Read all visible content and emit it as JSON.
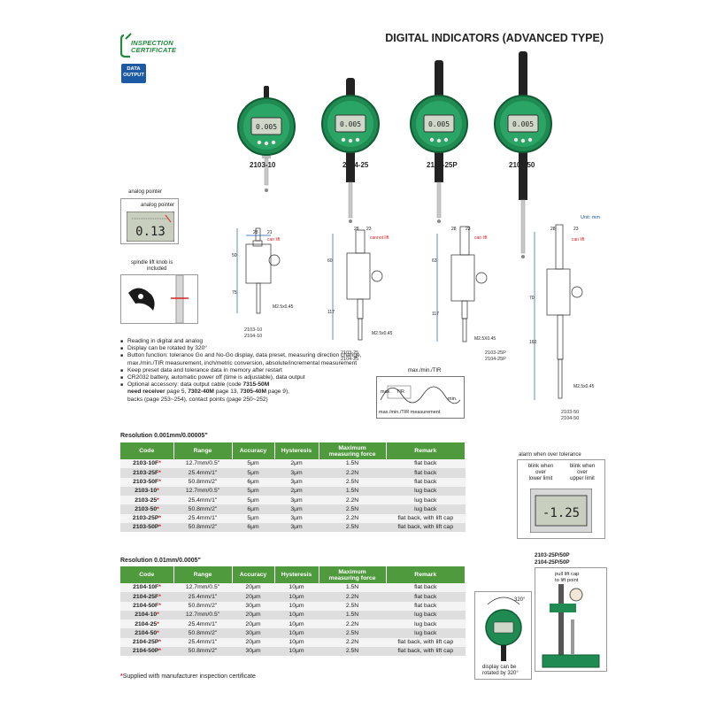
{
  "header": {
    "logo_line1": "INSPECTION",
    "logo_line2": "CERTIFICATE",
    "title": "DIGITAL INDICATORS (ADVANCED TYPE)",
    "badge_line1": "DATA",
    "badge_line2": "OUTPUT"
  },
  "indicators": [
    {
      "label": "2103-10",
      "reading": "0.005"
    },
    {
      "label": "2104-25",
      "reading": "0.005"
    },
    {
      "label": "2104-25P",
      "reading": "0.005"
    },
    {
      "label": "2103-50",
      "reading": "0.005"
    }
  ],
  "analog_panel": {
    "caption": "analog pointer",
    "inner_caption": "analog pointer",
    "reading": "0.13"
  },
  "spindle_panel": {
    "caption_line1": "spindle lift knob is",
    "caption_line2": "included"
  },
  "drawings": {
    "unit": "Unit: mm",
    "captions": [
      [
        "2103-10",
        "2104-10"
      ],
      [
        "2103-25",
        "2104-25"
      ],
      [
        "2103-25P",
        "2104-25P"
      ],
      [
        "2103-50",
        "2104-50"
      ]
    ],
    "labels": {
      "can_lift": "can lift",
      "cannot_lift": "cannot lift",
      "m25": "M2.5x0.45",
      "m25_upper": "M2.5X0.45"
    }
  },
  "features": [
    {
      "text": "Reading in digital and analog"
    },
    {
      "text": "Display can be rotated by 320°"
    },
    {
      "text": "Button function: tolerance Go and No-Go display, data preset, measuring direction change, max./min./TIR measurement, inch/metric conversion, absolute/incremental measurement"
    },
    {
      "text": "Keep preset data and tolerance data in memory after restart"
    },
    {
      "text": "CR2032 battery, automatic power off (time is adjustable), data output"
    }
  ],
  "accessory": {
    "prefix": "Optional accessory: data output cable (code ",
    "code1": "7315-50M",
    "mid1": "need receiver",
    "page1": " page 5, ",
    "code2": "7302-40M",
    "page2": " page 13, ",
    "code3": "7305-40M",
    "page3": " page 9),",
    "tail": "backs (page 253~254), contact points (page 250~252)"
  },
  "tir": {
    "title": "max./min./TIR",
    "max": "max.",
    "tir": "TIR",
    "min": "min.",
    "caption": "max./min./TIR measurement"
  },
  "table_headers": {
    "code": "Code",
    "range": "Range",
    "accuracy": "Accuracy",
    "hysteresis": "Hysteresis",
    "force_line1": "Maximum",
    "force_line2": "measuring force",
    "remark": "Remark"
  },
  "table1": {
    "title": "Resolution 0.001mm/0.00005\"",
    "rows": [
      {
        "code": "2103-10F",
        "range": "12.7mm/0.5\"",
        "accuracy": "5μm",
        "hysteresis": "2μm",
        "force": "1.5N",
        "remark": "flat back"
      },
      {
        "code": "2103-25F",
        "range": "25.4mm/1\"",
        "accuracy": "5μm",
        "hysteresis": "3μm",
        "force": "2.2N",
        "remark": "flat back"
      },
      {
        "code": "2103-50F",
        "range": "50.8mm/2\"",
        "accuracy": "6μm",
        "hysteresis": "3μm",
        "force": "2.5N",
        "remark": "flat back"
      },
      {
        "code": "2103-10",
        "range": "12.7mm/0.5\"",
        "accuracy": "5μm",
        "hysteresis": "2μm",
        "force": "1.5N",
        "remark": "lug back"
      },
      {
        "code": "2103-25",
        "range": "25.4mm/1\"",
        "accuracy": "5μm",
        "hysteresis": "3μm",
        "force": "2.2N",
        "remark": "lug back"
      },
      {
        "code": "2103-50",
        "range": "50.8mm/2\"",
        "accuracy": "6μm",
        "hysteresis": "3μm",
        "force": "2.5N",
        "remark": "lug back"
      },
      {
        "code": "2103-25P",
        "range": "25.4mm/1\"",
        "accuracy": "5μm",
        "hysteresis": "3μm",
        "force": "2.2N",
        "remark": "flat back, with lift cap"
      },
      {
        "code": "2103-50P",
        "range": "50.8mm/2\"",
        "accuracy": "6μm",
        "hysteresis": "3μm",
        "force": "2.5N",
        "remark": "flat back, with lift cap"
      }
    ]
  },
  "table2": {
    "title": "Resolution 0.01mm/0.0005\"",
    "rows": [
      {
        "code": "2104-10F",
        "range": "12.7mm/0.5\"",
        "accuracy": "20μm",
        "hysteresis": "10μm",
        "force": "1.5N",
        "remark": "flat back"
      },
      {
        "code": "2104-25F",
        "range": "25.4mm/1\"",
        "accuracy": "20μm",
        "hysteresis": "10μm",
        "force": "2.2N",
        "remark": "flat back"
      },
      {
        "code": "2104-50F",
        "range": "50.8mm/2\"",
        "accuracy": "30μm",
        "hysteresis": "10μm",
        "force": "2.5N",
        "remark": "flat back"
      },
      {
        "code": "2104-10",
        "range": "12.7mm/0.5\"",
        "accuracy": "20μm",
        "hysteresis": "10μm",
        "force": "1.5N",
        "remark": "lug back"
      },
      {
        "code": "2104-25",
        "range": "25.4mm/1\"",
        "accuracy": "20μm",
        "hysteresis": "10μm",
        "force": "2.2N",
        "remark": "lug back"
      },
      {
        "code": "2104-50",
        "range": "50.8mm/2\"",
        "accuracy": "30μm",
        "hysteresis": "10μm",
        "force": "2.5N",
        "remark": "lug back"
      },
      {
        "code": "2104-25P",
        "range": "25.4mm/1\"",
        "accuracy": "20μm",
        "hysteresis": "10μm",
        "force": "2.2N",
        "remark": "flat back, with lift cap"
      },
      {
        "code": "2104-50P",
        "range": "50.8mm/2\"",
        "accuracy": "30μm",
        "hysteresis": "10μm",
        "force": "2.5N",
        "remark": "flat back, with lift cap"
      }
    ]
  },
  "star_symbol": "*",
  "footnote": "Supplied with manufacturer inspection certificate",
  "alarm": {
    "title": "alarm when over tolerance",
    "lower_line1": "blink when",
    "lower_line2": "over",
    "lower_line3": "lower limit",
    "upper_line1": "blink when",
    "upper_line2": "over",
    "upper_line3": "upper limit",
    "reading": "-1.25"
  },
  "stand": {
    "title_line1": "2103-25P/50P",
    "title_line2": "2104-25P/50P",
    "note_line1": "pull lift cap",
    "note_line2": "to lift point"
  },
  "rotation": {
    "angle": "320°",
    "caption_line1": "display can be",
    "caption_line2": "rotated by 320°"
  },
  "colors": {
    "table_header": "#4e9a3c",
    "gauge_green": "#1f8a52",
    "logo_green": "#1e8a3a",
    "badge_blue": "#1d5aa6",
    "star_red": "#d52020"
  }
}
